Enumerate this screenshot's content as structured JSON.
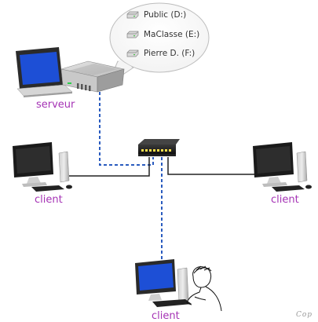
{
  "bubble": {
    "drives": [
      {
        "label": "Public (D:)"
      },
      {
        "label": "MaClasse (E:)"
      },
      {
        "label": "Pierre D. (F:)"
      }
    ]
  },
  "nodes": {
    "server_label": "serveur",
    "client_left_label": "client",
    "client_right_label": "client",
    "client_bottom_label": "client"
  },
  "footer": "Cop",
  "colors": {
    "label": "#a533b5",
    "lan_cable": "#2a5bbf",
    "wired_cable": "#222222",
    "screen": "#1d4fd6"
  }
}
